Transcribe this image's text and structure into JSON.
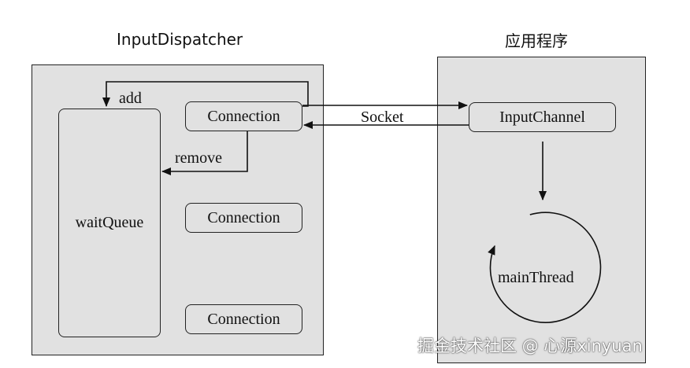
{
  "left_panel": {
    "title": "InputDispatcher",
    "wait_queue": "waitQueue",
    "connections": [
      "Connection",
      "Connection",
      "Connection"
    ],
    "add_label": "add",
    "remove_label": "remove"
  },
  "right_panel": {
    "title": "应用程序",
    "input_channel": "InputChannel",
    "main_thread": "mainThread"
  },
  "socket_label": "Socket",
  "watermark": "掘金技术社区 @ 心源xinyuan"
}
